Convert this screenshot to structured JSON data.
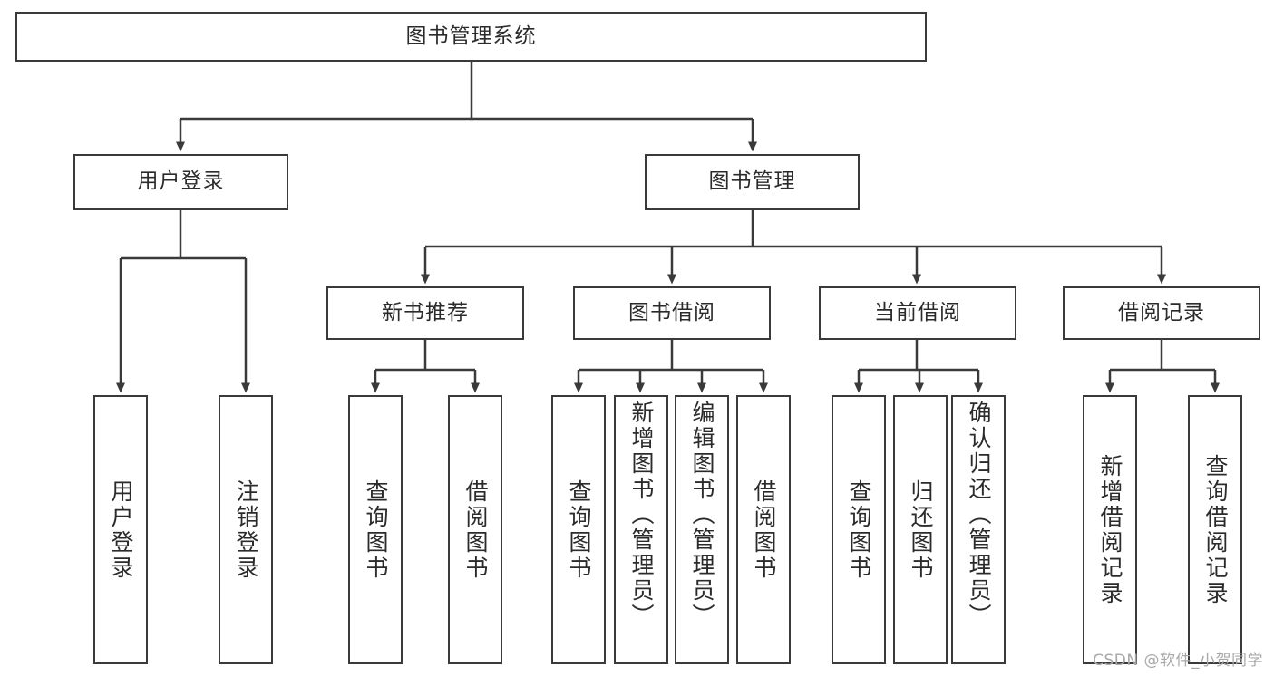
{
  "diagram": {
    "title": "图书管理系统",
    "type": "hierarchy-tree",
    "root": {
      "id": "root",
      "label": "图书管理系统"
    },
    "level1": [
      {
        "id": "user-login",
        "label": "用户登录"
      },
      {
        "id": "book-management",
        "label": "图书管理"
      }
    ],
    "level2": [
      {
        "id": "new-book-recommend",
        "label": "新书推荐",
        "parent": "book-management"
      },
      {
        "id": "book-borrow",
        "label": "图书借阅",
        "parent": "book-management"
      },
      {
        "id": "current-borrow",
        "label": "当前借阅",
        "parent": "book-management"
      },
      {
        "id": "borrow-record",
        "label": "借阅记录",
        "parent": "book-management"
      }
    ],
    "leaves": {
      "user-login": [
        {
          "id": "leaf-user-login",
          "label": "用户登录"
        },
        {
          "id": "leaf-logout",
          "label": "注销登录"
        }
      ],
      "new-book-recommend": [
        {
          "id": "leaf-query-book-1",
          "label": "查询图书"
        },
        {
          "id": "leaf-borrow-book-1",
          "label": "借阅图书"
        }
      ],
      "book-borrow": [
        {
          "id": "leaf-query-book-2",
          "label": "查询图书"
        },
        {
          "id": "leaf-add-book",
          "label": "新增图书（管理员）"
        },
        {
          "id": "leaf-edit-book",
          "label": "编辑图书（管理员）"
        },
        {
          "id": "leaf-borrow-book-2",
          "label": "借阅图书"
        }
      ],
      "current-borrow": [
        {
          "id": "leaf-query-book-3",
          "label": "查询图书"
        },
        {
          "id": "leaf-return-book",
          "label": "归还图书"
        },
        {
          "id": "leaf-confirm-return",
          "label": "确认归还（管理员）"
        }
      ],
      "borrow-record": [
        {
          "id": "leaf-add-record",
          "label": "新增借阅记录"
        },
        {
          "id": "leaf-query-record",
          "label": "查询借阅记录"
        }
      ]
    }
  },
  "watermark": {
    "text": "CSDN @软件_小贺同学"
  },
  "colors": {
    "stroke": "#3a3a3a",
    "text": "#2b2b2b",
    "background": "#ffffff",
    "watermark": "#a9a9a9"
  }
}
